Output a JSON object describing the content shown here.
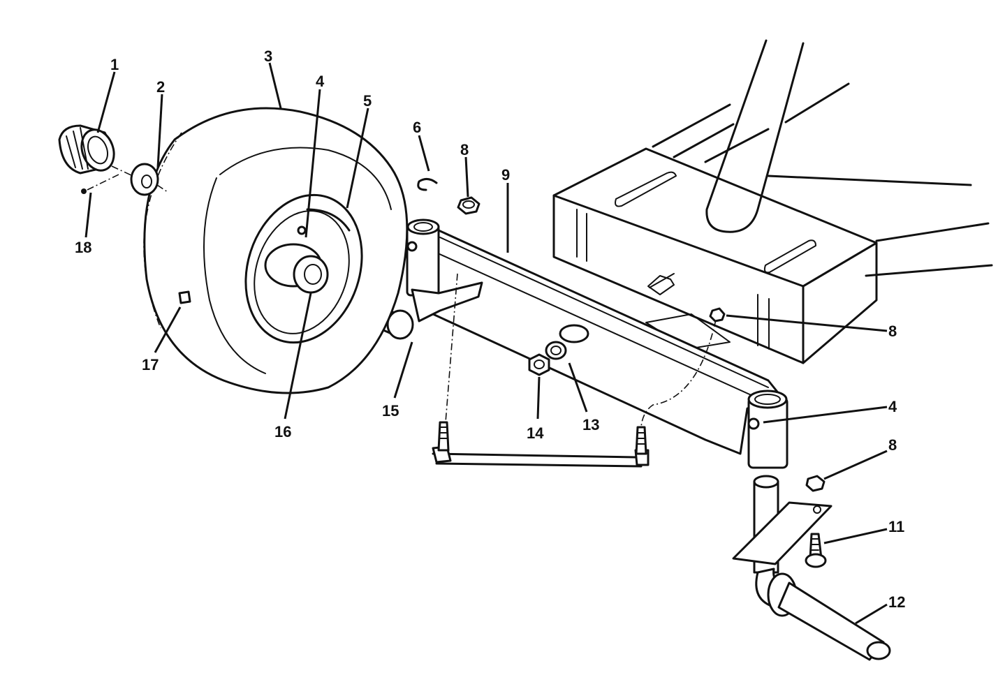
{
  "callouts": [
    {
      "id": "c1",
      "text": "1"
    },
    {
      "id": "c2",
      "text": "2"
    },
    {
      "id": "c3",
      "text": "3"
    },
    {
      "id": "c4a",
      "text": "4"
    },
    {
      "id": "c5",
      "text": "5"
    },
    {
      "id": "c6",
      "text": "6"
    },
    {
      "id": "c8a",
      "text": "8"
    },
    {
      "id": "c9",
      "text": "9"
    },
    {
      "id": "c8b",
      "text": "8"
    },
    {
      "id": "c18",
      "text": "18"
    },
    {
      "id": "c17",
      "text": "17"
    },
    {
      "id": "c16",
      "text": "16"
    },
    {
      "id": "c15",
      "text": "15"
    },
    {
      "id": "c14",
      "text": "14"
    },
    {
      "id": "c13",
      "text": "13"
    },
    {
      "id": "c4b",
      "text": "4"
    },
    {
      "id": "c8c",
      "text": "8"
    },
    {
      "id": "c11",
      "text": "11"
    },
    {
      "id": "c12",
      "text": "12"
    }
  ]
}
